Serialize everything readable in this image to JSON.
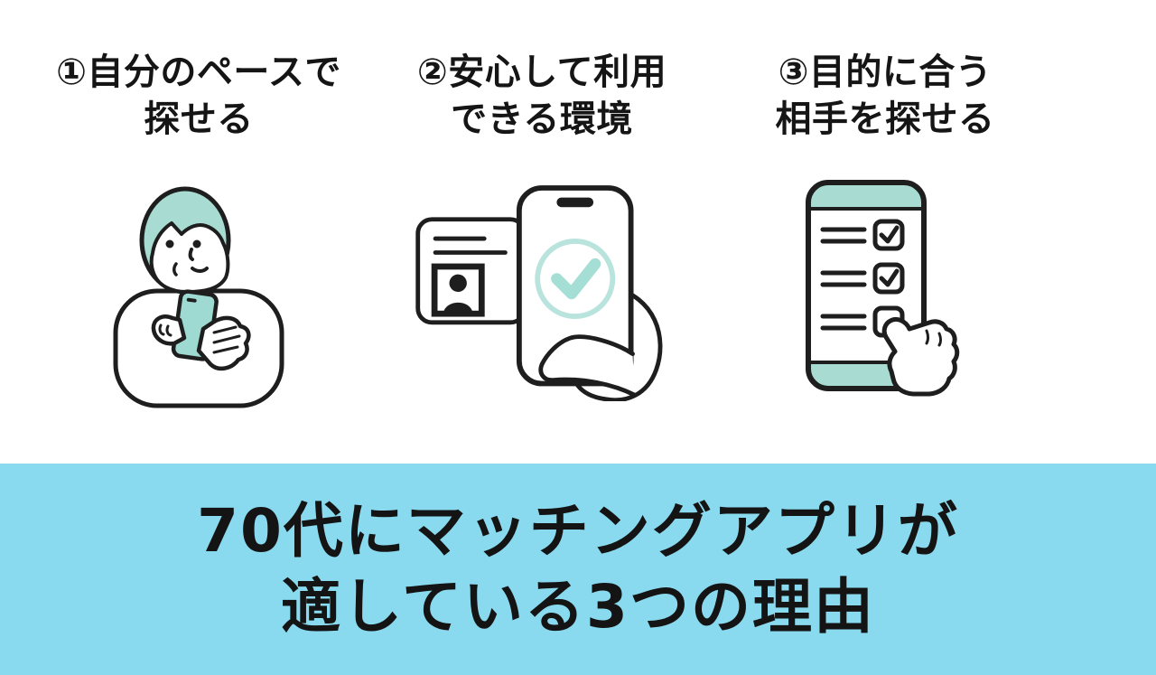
{
  "colors": {
    "banner_background": "#8ADAEF",
    "accent_teal": "#A8DCD2",
    "accent_teal_light": "#B9E4DD",
    "outline_black": "#1E1E1E",
    "text_black": "#151515",
    "page_background": "#FFFFFF"
  },
  "reasons": [
    {
      "number": 1,
      "title_line1": "①自分のペースで",
      "title_line2": "探せる",
      "illustration": "senior-person-using-smartphone"
    },
    {
      "number": 2,
      "title_line1": "②安心して利用",
      "title_line2": "できる環境",
      "illustration": "id-card-and-phone-verification-check"
    },
    {
      "number": 3,
      "title_line1": "③目的に合う",
      "title_line2": "相手を探せる",
      "illustration": "phone-checklist-with-pointing-hand"
    }
  ],
  "banner": {
    "line1": "70代にマッチングアプリが",
    "line2": "適している3つの理由"
  }
}
